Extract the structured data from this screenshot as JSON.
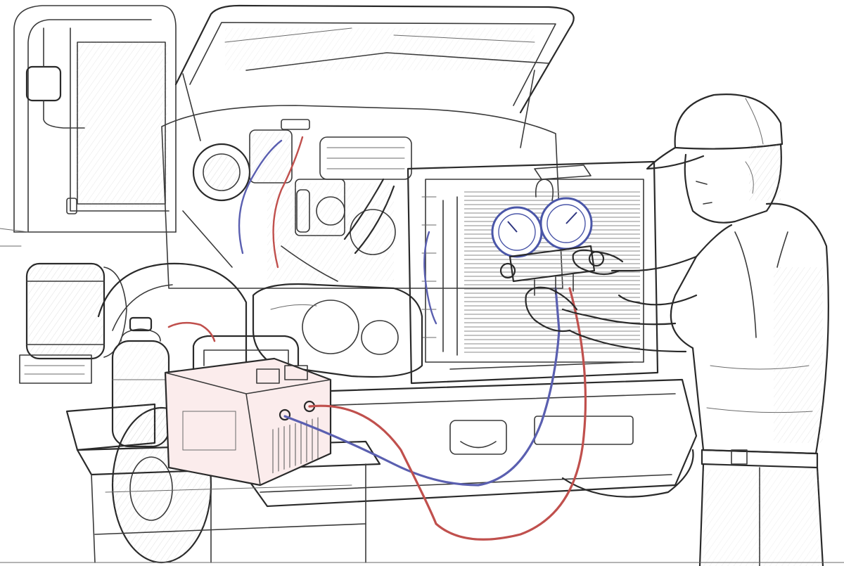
{
  "illustration": {
    "style": "pencil-sketch",
    "colors": {
      "paper": "#ffffff",
      "ink": "#3a3a3a",
      "low_side_hose": "#5a5fb0",
      "high_side_hose": "#c0504d",
      "gauge_blue": "#4a56a8",
      "machine_red": "#c24a48"
    },
    "objects": [
      "truck-cab",
      "open-hood",
      "engine-bay",
      "radiator-condenser",
      "headlight",
      "front-bumper",
      "front-wheel",
      "fuel-tank",
      "refrigerant-tank",
      "recovery-machine",
      "service-cart",
      "manifold-gauge-set",
      "low-side-hose",
      "high-side-hose",
      "technician"
    ]
  }
}
